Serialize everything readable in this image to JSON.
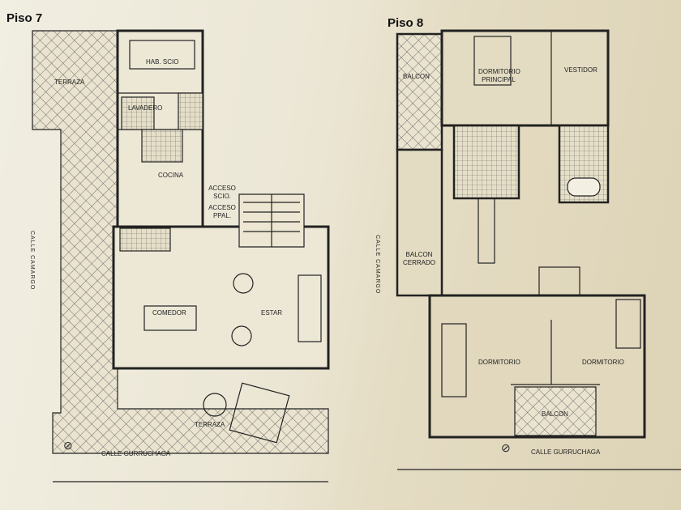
{
  "floor7": {
    "title": "Piso 7",
    "rooms": {
      "terrace_top": "TERRAZA",
      "maid_room": "HAB. SCIO",
      "laundry": "LAVADERO",
      "kitchen": "COCINA",
      "service_access": "ACCESO SCIO.",
      "main_access": "ACCESO PPAL.",
      "dining": "COMEDOR",
      "living": "ESTAR",
      "terrace_bottom": "TERRAZA"
    },
    "street_side": "CALLE CAMARGO",
    "street_bottom": "CALLE GURRUCHAGA"
  },
  "floor8": {
    "title": "Piso 8",
    "rooms": {
      "balcony_top": "BALCON",
      "master_bedroom": "DORMITORIO PRINCIPAL",
      "dressing": "VESTIDOR",
      "closed_balcony": "BALCON CERRADO",
      "bedroom_left": "DORMITORIO",
      "bedroom_right": "DORMITORIO",
      "balcony_bottom": "BALCON"
    },
    "street_side": "CALLE CAMARGO",
    "street_bottom": "CALLE GURRUCHAGA"
  }
}
